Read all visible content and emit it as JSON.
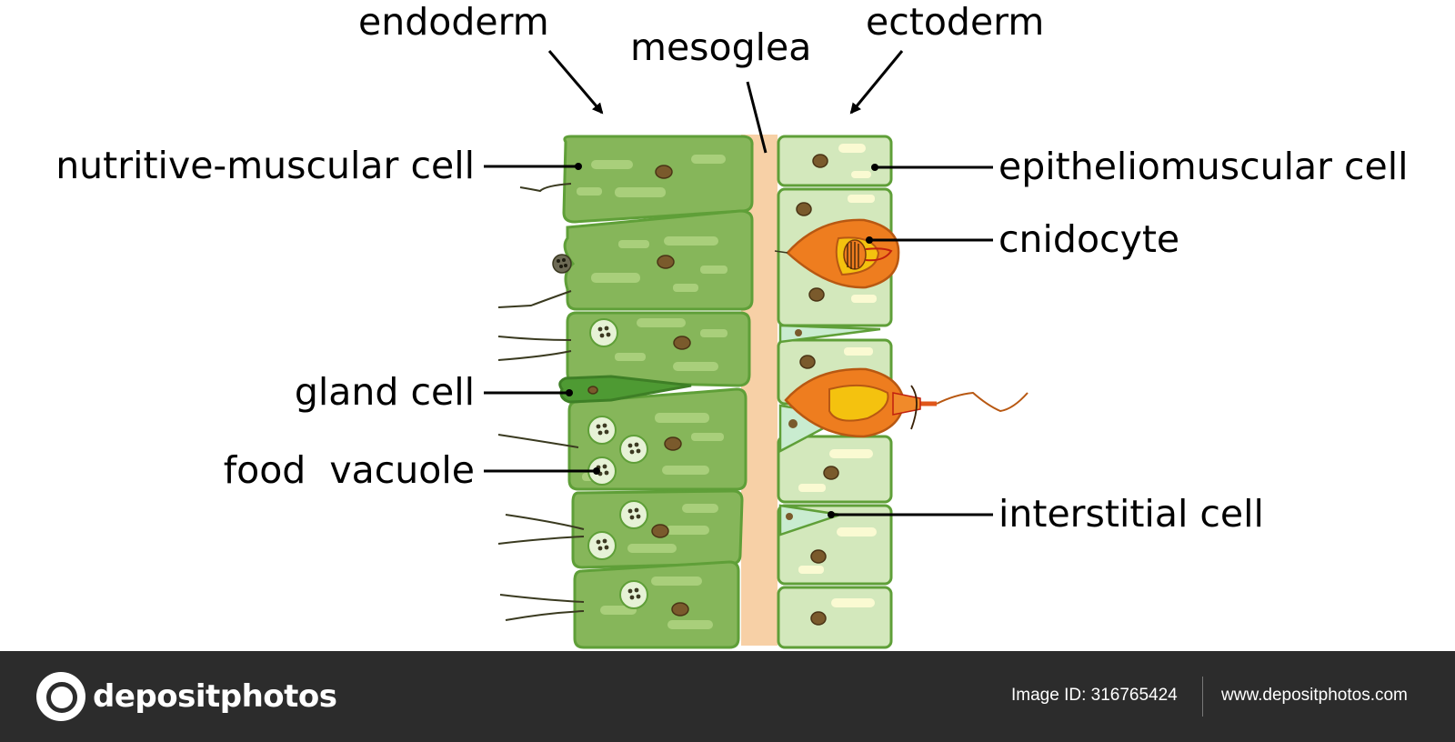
{
  "labels": {
    "endoderm": "endoderm",
    "mesoglea": "mesoglea",
    "ectoderm": "ectoderm",
    "nutritive_muscular_cell": "nutritive-muscular cell",
    "gland_cell": "gland cell",
    "food_vacuole": "food  vacuole",
    "epitheliomuscular_cell": "epitheliomuscular cell",
    "cnidocyte": "cnidocyte",
    "interstitial_cell": "interstitial cell"
  },
  "footer": {
    "brand": "depositphotos",
    "image_id": "Image ID: 316765424",
    "url": "www.depositphotos.com"
  },
  "colors": {
    "endoderm_cell": "#86b65a",
    "ectoderm_cell": "#d3e8bc",
    "mesoglea": "#f7d0a6",
    "cell_border": "#5f9f38",
    "nucleus": "#7a5a2c",
    "cnidocyte_outer": "#ee7d1f",
    "cnidocyte_inner": "#f4c20f",
    "footer_bg": "#2c2c2c"
  }
}
